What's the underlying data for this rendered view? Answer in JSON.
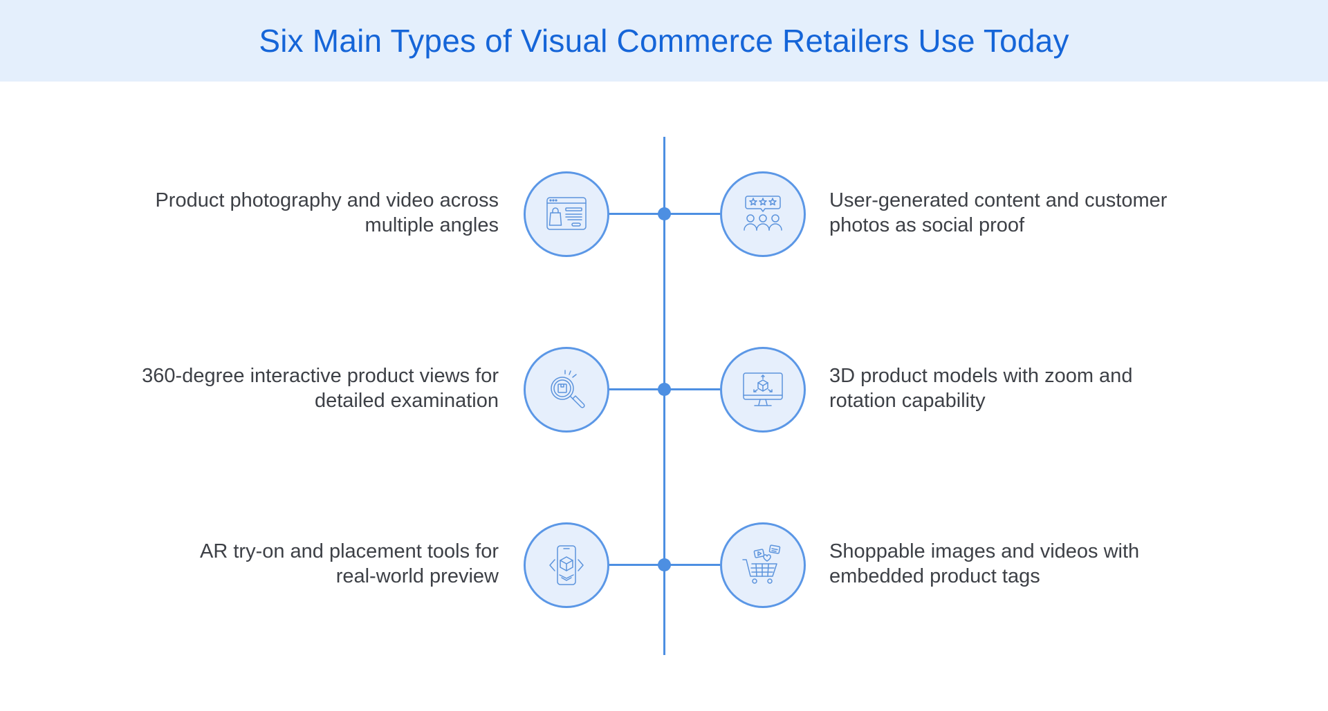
{
  "title": "Six Main Types of Visual Commerce Retailers Use Today",
  "colors": {
    "title_text": "#1565d8",
    "header_background": "#e4effc",
    "accent_line": "#4d8fe2",
    "node_fill": "#e6effc",
    "body_text": "#3d4046"
  },
  "items": [
    {
      "left": {
        "icon": "shopping-webpage-icon",
        "line1": "Product photography and video across",
        "line2": "multiple angles"
      },
      "right": {
        "icon": "customer-reviews-icon",
        "line1": "User-generated content and customer",
        "line2": "photos as social proof"
      }
    },
    {
      "left": {
        "icon": "magnifier-product-icon",
        "line1": "360-degree interactive product views for",
        "line2": "detailed examination"
      },
      "right": {
        "icon": "monitor-3d-cube-icon",
        "line1": "3D product models with zoom and",
        "line2": "rotation capability"
      }
    },
    {
      "left": {
        "icon": "ar-phone-icon",
        "line1": "AR try-on and placement tools for",
        "line2": "real-world preview"
      },
      "right": {
        "icon": "shopping-cart-media-icon",
        "line1": "Shoppable images and videos with",
        "line2": "embedded product tags"
      }
    }
  ]
}
